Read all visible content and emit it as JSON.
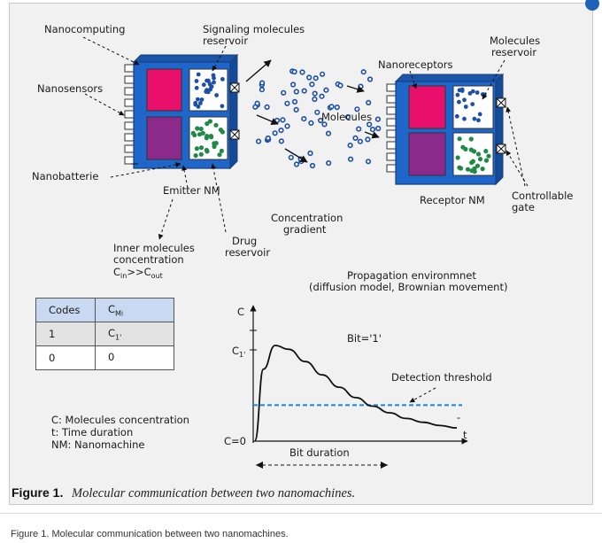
{
  "caption": {
    "prefix": "Figure 1.",
    "text": "Molecular communication between two nanomachines."
  },
  "web_caption": "Figure 1. Molecular communication between two nanomachines.",
  "labels": {
    "nanocomputing": "Nanocomputing",
    "signaling_1": "Signaling molecules",
    "signaling_2": "reservoir",
    "nanosensors": "Nanosensors",
    "nanobatterie": "Nanobatterie",
    "emitter": "Emitter NM",
    "inner_1": "Inner molecules",
    "inner_2": "concentration",
    "inner_c": "C",
    "inner_in": "in",
    "inner_gg": ">>C",
    "inner_out": "out",
    "drug_1": "Drug",
    "drug_2": "reservoir",
    "conc_1": "Concentration",
    "conc_2": "gradient",
    "molecules": "Molecules",
    "nanoreceptors": "Nanoreceptors",
    "mol_res_1": "Molecules",
    "mol_res_2": "reservoir",
    "receptor": "Receptor NM",
    "gate_1": "Controllable",
    "gate_2": "gate",
    "prop_1": "Propagation environmnet",
    "prop_2": "(diffusion model, Brownian movement)"
  },
  "table": {
    "headers": [
      "Codes",
      "C"
    ],
    "header_sub": "Mi",
    "rows": [
      {
        "code": "1",
        "c": "C",
        "c_sub": "1'"
      },
      {
        "code": "0",
        "c": "0",
        "c_sub": ""
      }
    ]
  },
  "legend": [
    "C: Molecules concentration",
    "t: Time duration",
    "NM: Nanomachine"
  ],
  "chart_data": {
    "type": "line",
    "title": "Bit='1'",
    "xlabel": "t",
    "ylabel": "C",
    "y_marks": [
      "C",
      "1'",
      "C=0"
    ],
    "threshold_label": "Detection threshold",
    "duration_label": "Bit duration",
    "series": [
      {
        "values": [
          0,
          0.75,
          1.0,
          0.96,
          0.83,
          0.69,
          0.56,
          0.45,
          0.36,
          0.29,
          0.23,
          0.19,
          0.155,
          0.13
        ]
      }
    ],
    "x": [
      0,
      0.05,
      0.12,
      0.2,
      0.3,
      0.4,
      0.5,
      0.6,
      0.7,
      0.8,
      0.9,
      1.0,
      1.1,
      1.2
    ],
    "threshold": 0.37
  },
  "colors": {
    "machine_blue": "#1e66c9",
    "computing_pink": "#e8106a",
    "battery_purple": "#8b2a8a",
    "molecule_blue": "#1c4fa8",
    "molecule_green": "#1f8a46",
    "threshold_blue": "#1a86d8",
    "table_header": "#c9d9f2"
  }
}
